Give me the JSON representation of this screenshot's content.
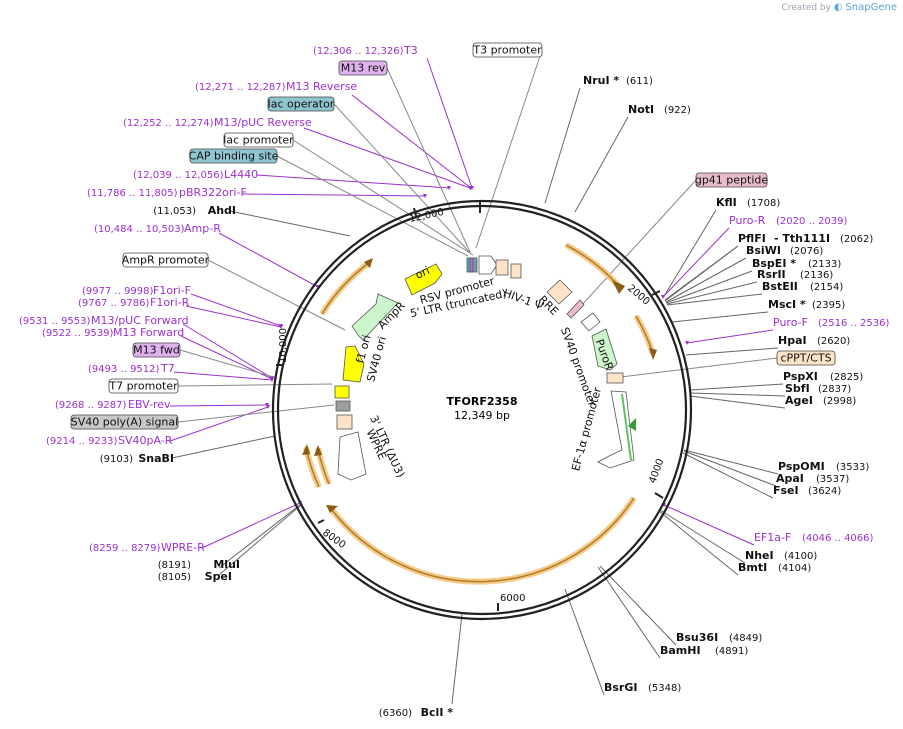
{
  "credit": {
    "prefix": "Created by",
    "brand": "SnapGene"
  },
  "plasmid": {
    "name": "TFORF2358",
    "size_label": "12,349 bp",
    "length": 12349
  },
  "ticks": [
    {
      "label": "2000"
    },
    {
      "label": "4000"
    },
    {
      "label": "6000"
    },
    {
      "label": "8000"
    },
    {
      "label": "10,000"
    },
    {
      "label": "12,000"
    }
  ],
  "sites": [
    {
      "name": "NruI *",
      "pos": "(611)"
    },
    {
      "name": "NotI",
      "pos": "(922)"
    },
    {
      "name": "KflI",
      "pos": "(1708)"
    },
    {
      "name": "PflFI",
      "pos": ""
    },
    {
      "name": "- Tth111I",
      "pos": "(2062)"
    },
    {
      "name": "BsiWI",
      "pos": "(2076)"
    },
    {
      "name": "BspEI *",
      "pos": "(2133)"
    },
    {
      "name": "RsrII",
      "pos": "(2136)"
    },
    {
      "name": "BstEII",
      "pos": "(2154)"
    },
    {
      "name": "MscI *",
      "pos": "(2395)"
    },
    {
      "name": "HpaI",
      "pos": "(2620)"
    },
    {
      "name": "PspXI",
      "pos": "(2825)"
    },
    {
      "name": "SbfI",
      "pos": "(2837)"
    },
    {
      "name": "AgeI",
      "pos": "(2998)"
    },
    {
      "name": "PspOMI",
      "pos": "(3533)"
    },
    {
      "name": "ApaI",
      "pos": "(3537)"
    },
    {
      "name": "FseI",
      "pos": "(3624)"
    },
    {
      "name": "NheI",
      "pos": "(4100)"
    },
    {
      "name": "BmtI",
      "pos": "(4104)"
    },
    {
      "name": "Bsu36I",
      "pos": "(4849)"
    },
    {
      "name": "BamHI",
      "pos": "(4891)"
    },
    {
      "name": "BsrGI",
      "pos": "(5348)"
    },
    {
      "name": "BclI *",
      "pos": "(6360)"
    },
    {
      "name": "MluI",
      "pos": "(8191)"
    },
    {
      "name": "SpeI",
      "pos": "(8105)"
    },
    {
      "name": "SnaBI",
      "pos": "(9103)"
    },
    {
      "name": "AhdI",
      "pos": "(11,053)"
    }
  ],
  "primers": [
    {
      "name": "T3",
      "pos": "(12,306 .. 12,326)"
    },
    {
      "name": "M13 Reverse",
      "pos": "(12,271 .. 12,287)"
    },
    {
      "name": "M13/pUC Reverse",
      "pos": "(12,252 .. 12,274)"
    },
    {
      "name": "L4440",
      "pos": "(12,039 .. 12,056)"
    },
    {
      "name": "pBR322ori-F",
      "pos": "(11,786 .. 11,805)"
    },
    {
      "name": "Amp-R",
      "pos": "(10,484 .. 10,503)"
    },
    {
      "name": "F1ori-F",
      "pos": "(9977 .. 9998)"
    },
    {
      "name": "F1ori-R",
      "pos": "(9767 .. 9786)"
    },
    {
      "name": "M13/pUC Forward",
      "pos": "(9531 .. 9553)"
    },
    {
      "name": "M13 Forward",
      "pos": "(9522 .. 9539)"
    },
    {
      "name": "T7",
      "pos": "(9493 .. 9512)"
    },
    {
      "name": "EBV-rev",
      "pos": "(9268 .. 9287)"
    },
    {
      "name": "SV40pA-R",
      "pos": "(9214 .. 9233)"
    },
    {
      "name": "WPRE-R",
      "pos": "(8259 .. 8279)"
    },
    {
      "name": "Puro-R",
      "pos": "(2020 .. 2039)"
    },
    {
      "name": "Puro-F",
      "pos": "(2516 .. 2536)"
    },
    {
      "name": "EF1a-F",
      "pos": "(4046 .. 4066)"
    }
  ],
  "boxed_labels": [
    {
      "text": "T3 promoter",
      "fill": "#ffffff"
    },
    {
      "text": "M13 rev",
      "fill": "#e0b3f0"
    },
    {
      "text": "lac operator",
      "fill": "#8fc5cf"
    },
    {
      "text": "lac promoter",
      "fill": "#ffffff"
    },
    {
      "text": "CAP binding site",
      "fill": "#8fc5cf"
    },
    {
      "text": "AmpR promoter",
      "fill": "#ffffff"
    },
    {
      "text": "M13 fwd",
      "fill": "#e0b3f0"
    },
    {
      "text": "T7 promoter",
      "fill": "#ffffff"
    },
    {
      "text": "SV40 poly(A) signal",
      "fill": "#c8c8c8"
    },
    {
      "text": "gp41 peptide",
      "fill": "#e8bcc8"
    },
    {
      "text": "cPPT/CTS",
      "fill": "#fde3c7"
    }
  ],
  "inner_labels": [
    {
      "text": "ori"
    },
    {
      "text": "RSV promoter"
    },
    {
      "text": "5' LTR (truncated)"
    },
    {
      "text": "HIV-1 Ψ"
    },
    {
      "text": "RRE"
    },
    {
      "text": "AmpR"
    },
    {
      "text": "f1 ori"
    },
    {
      "text": "SV40 ori"
    },
    {
      "text": "PuroR"
    },
    {
      "text": "SV40 promoter"
    },
    {
      "text": "EF-1α promoter"
    },
    {
      "text": "3' LTR (ΔU3)"
    },
    {
      "text": "WPRE"
    }
  ],
  "colors": {
    "primer": "#9b30d0",
    "backbone": "#222222",
    "orf_arc": "#e8a545",
    "ampr": "#ccf5cc",
    "ori": "#ffff00",
    "promoter": "#ffffff",
    "ltr": "#fde3c7",
    "efla_line": "#5ec25e"
  }
}
